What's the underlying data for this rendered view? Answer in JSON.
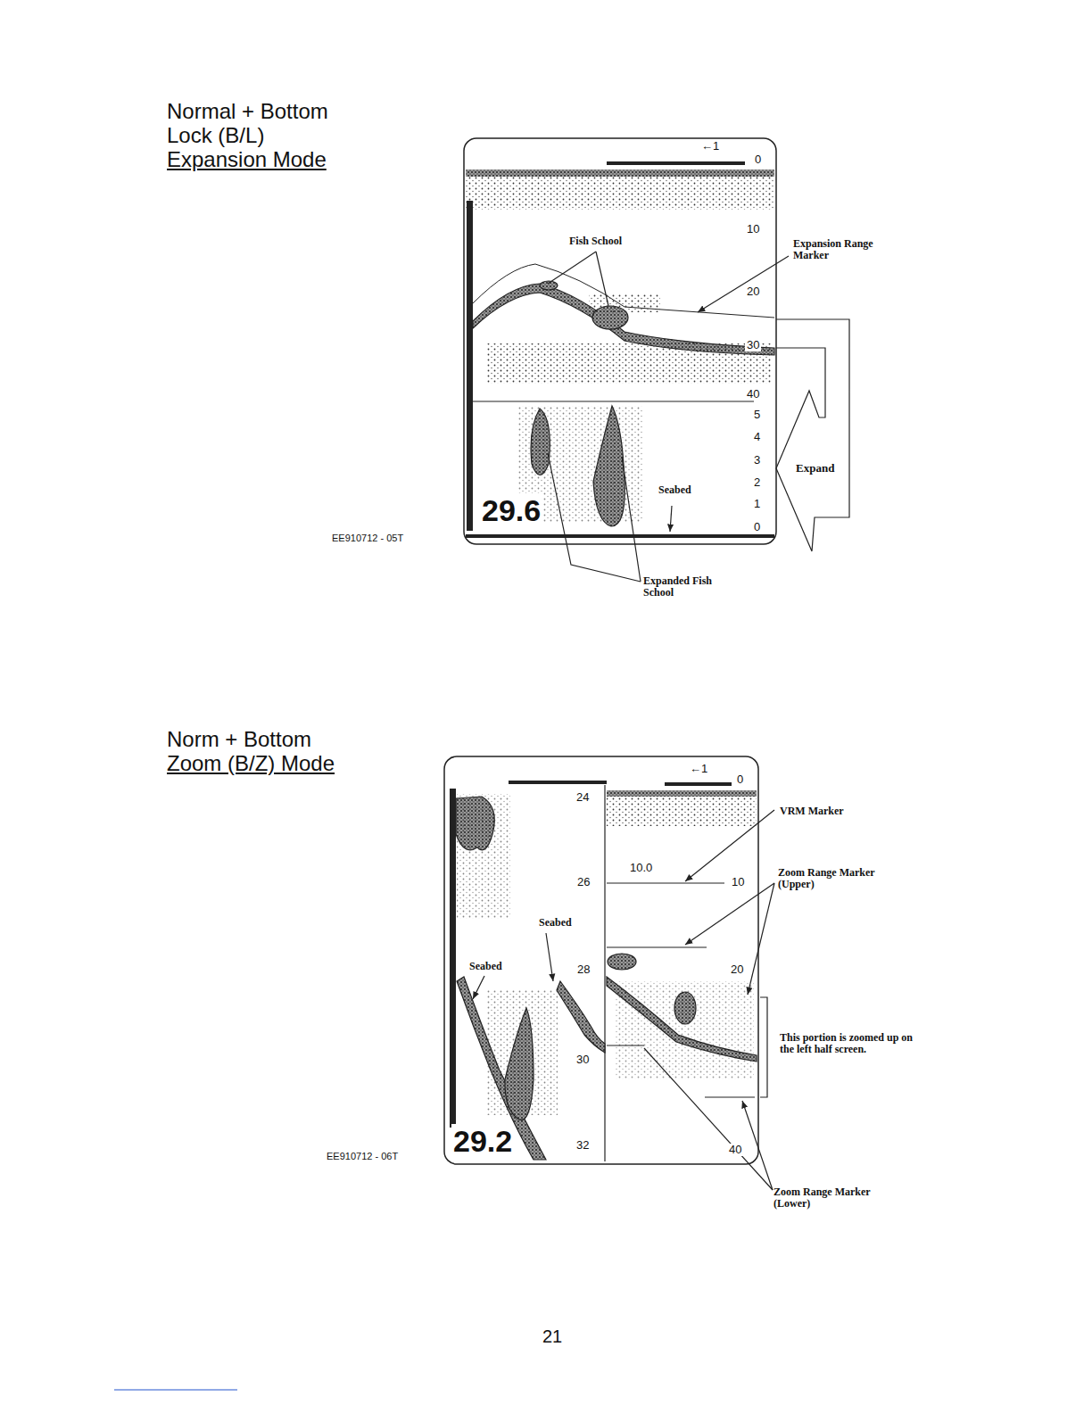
{
  "diagram": {
    "labels": [
      "Normal + Bottom Lock (B/L)",
      "Expansion Mode",
      "←1",
      "0",
      "10",
      "20",
      "30",
      "40",
      "5",
      "4",
      "3",
      "2",
      "1",
      "0",
      "Fish School",
      "Seabed",
      "29.6",
      "Expansion Range Marker",
      "Expand",
      "Expanded Fish School",
      "EE910712 - 05T",
      "Norm + Bottom",
      "Zoom (B/Z) Mode",
      "←1",
      "0",
      "24",
      "26",
      "28",
      "30",
      "32",
      "10.0",
      "10",
      "20",
      "40",
      "Seabed",
      "Seabed",
      "29.2",
      "VRM Marker",
      "Zoom Range Marker (Upper)",
      "This portion is zoomed up on the left half screen.",
      "Zoom Range Marker (Lower)",
      "EE910712 - 06T",
      "21"
    ]
  }
}
